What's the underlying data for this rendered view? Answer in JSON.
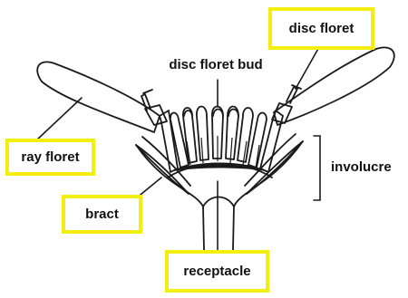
{
  "labels": {
    "disc_floret": "disc floret",
    "disc_floret_bud": "disc floret bud",
    "ray_floret": "ray floret",
    "involucre": "involucre",
    "bract": "bract",
    "receptacle": "receptacle"
  },
  "colors": {
    "highlight_box": "#f2ee10",
    "line_art": "#1a1a1a"
  }
}
